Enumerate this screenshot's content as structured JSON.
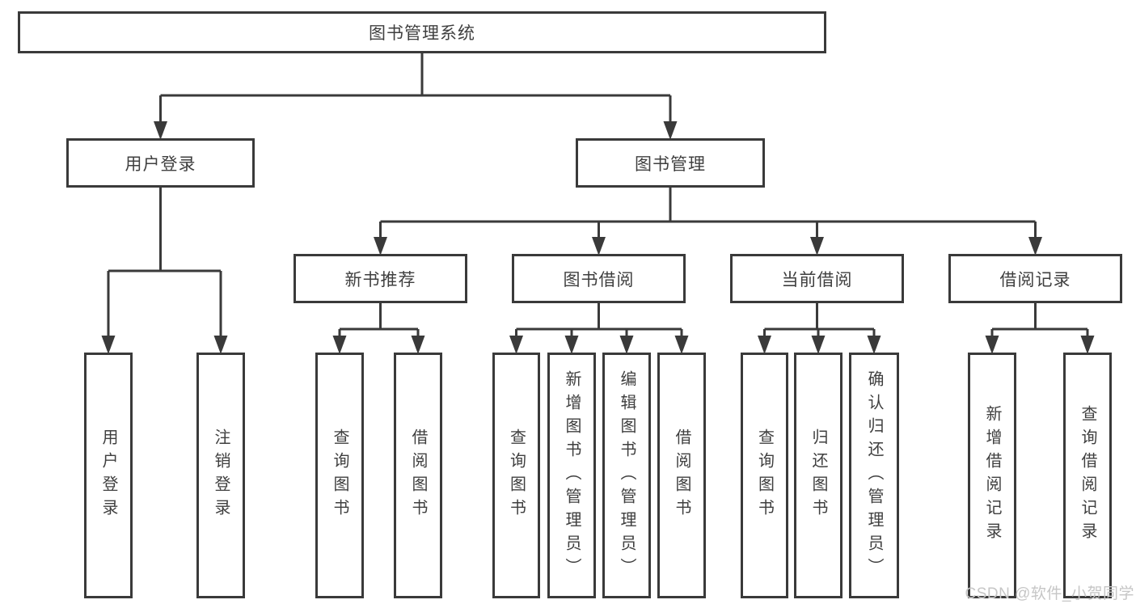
{
  "diagram": {
    "root": {
      "label": "图书管理系统"
    },
    "level2": {
      "user_login": {
        "label": "用户登录"
      },
      "book_mgmt": {
        "label": "图书管理"
      }
    },
    "level3": {
      "new_books": {
        "label": "新书推荐"
      },
      "book_borrow": {
        "label": "图书借阅"
      },
      "current_borrow": {
        "label": "当前借阅"
      },
      "borrow_records": {
        "label": "借阅记录"
      }
    },
    "leaves": {
      "user_login": [
        "用户登录",
        "注销登录"
      ],
      "new_books": [
        "查询图书",
        "借阅图书"
      ],
      "book_borrow": [
        "查询图书",
        "新增图书（管理员）",
        "编辑图书（管理员）",
        "借阅图书"
      ],
      "current_borrow": [
        "查询图书",
        "归还图书",
        "确认归还（管理员）"
      ],
      "borrow_records": [
        "新增借阅记录",
        "查询借阅记录"
      ]
    },
    "colors": {
      "line": "#3a3a3a",
      "text": "#3f3f3f",
      "background": "#ffffff",
      "watermark": "#c6c6c6"
    }
  },
  "watermark": {
    "text": "CSDN @软件_小贺同学"
  }
}
